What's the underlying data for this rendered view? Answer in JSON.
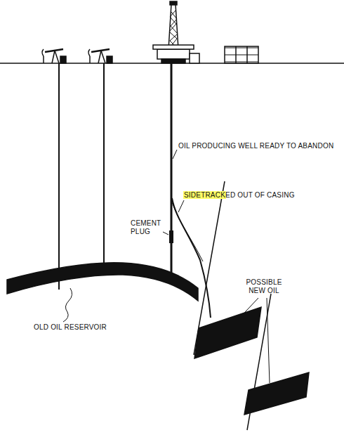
{
  "diagram": {
    "labels": [
      "OIL PRODUCING WELL READY TO ABANDON",
      "SIDETRACKED OUT OF CASING",
      "CEMENT PLUG",
      "POSSIBLE NEW OIL",
      "OLD OIL RESERVOIR"
    ]
  }
}
